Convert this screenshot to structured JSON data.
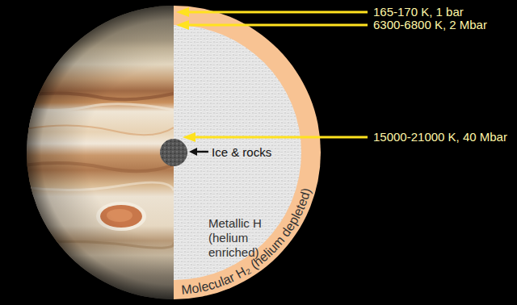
{
  "diagram": {
    "nodes": [
      {
        "text": [
          "Molecular H₂ (helium depleted)"
        ]
      },
      {
        "text": [
          "Metallic H (helium enriched)"
        ],
        "in": 0
      },
      {
        "text": [
          "Ice & rocks"
        ],
        "in": 1
      }
    ],
    "labels": [
      "165-170 K, 1 bar",
      "6300-6800 K, 2 Mbar",
      "15000-21000 K, 40 Mbar"
    ]
  }
}
